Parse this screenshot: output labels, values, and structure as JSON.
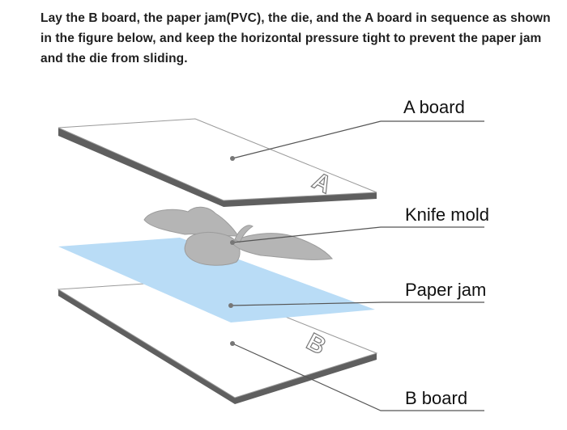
{
  "instruction": "Lay the B board, the paper jam(PVC), the die, and the A board in sequence as shown in the figure below, and keep the horizontal pressure tight to prevent the paper jam and the die from sliding.",
  "labels": {
    "a_board": "A board",
    "knife_mold": "Knife mold",
    "paper_jam": "Paper jam",
    "b_board": "B board"
  },
  "board_letters": {
    "a": "A",
    "b": "B"
  },
  "colors": {
    "board_edge": "#5f5f5f",
    "board_face": "#ffffff",
    "paper_jam": "#b9dcf6",
    "knife_mold": "#b5b5b5",
    "leader_line": "#555555"
  }
}
